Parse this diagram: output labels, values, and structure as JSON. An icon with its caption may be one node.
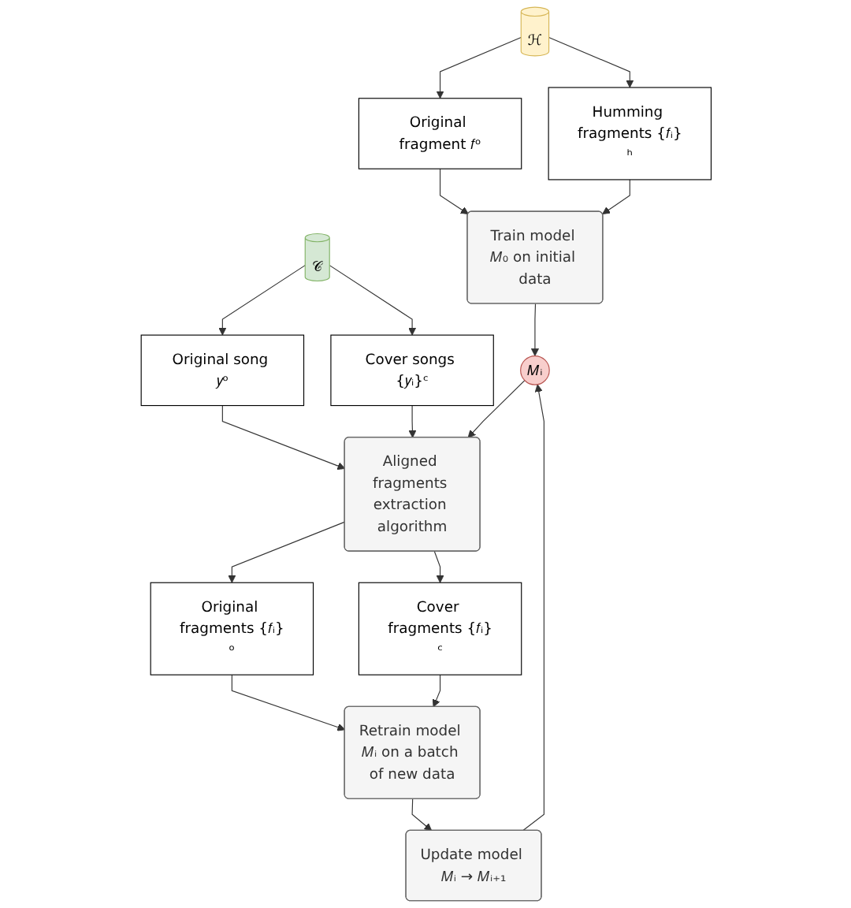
{
  "diagram": {
    "nodes": [
      {
        "text": [
          "ℋ"
        ]
      },
      {
        "text": [
          "𝒞"
        ]
      },
      {
        "text": [
          "Original fragment 𝑓ᵒ"
        ]
      },
      {
        "text": [
          "Humming fragments {𝑓ᵢ}ʰ"
        ]
      },
      {
        "text": [
          "Original song 𝑦ᵒ"
        ]
      },
      {
        "text": [
          "Cover songs {𝑦ᵢ}ᶜ"
        ]
      },
      {
        "text": [
          "Train model 𝑀₀ on initial data"
        ]
      },
      {
        "text": [
          "𝑀ᵢ"
        ]
      },
      {
        "text": [
          "Aligned fragments extraction algorithm"
        ]
      },
      {
        "text": [
          "Original fragments {𝑓ᵢ}ᵒ"
        ]
      },
      {
        "text": [
          "Cover fragments {𝑓ᵢ}ᶜ"
        ]
      },
      {
        "text": [
          "Retrain model 𝑀ᵢ on a batch of new data"
        ]
      },
      {
        "text": [
          "Update model 𝑀ᵢ → 𝑀ᵢ₊₁"
        ]
      }
    ],
    "edges": [
      {
        "from": 0,
        "to": 2,
        "arrow": "to"
      },
      {
        "from": 0,
        "to": 3,
        "arrow": "to"
      },
      {
        "from": 1,
        "to": 4,
        "arrow": "to"
      },
      {
        "from": 1,
        "to": 5,
        "arrow": "to"
      },
      {
        "from": 2,
        "to": 6,
        "arrow": "to"
      },
      {
        "from": 3,
        "to": 6,
        "arrow": "to"
      },
      {
        "from": 6,
        "to": 7,
        "arrow": "to"
      },
      {
        "from": 4,
        "to": 8,
        "arrow": "to"
      },
      {
        "from": 5,
        "to": 8,
        "arrow": "to"
      },
      {
        "from": 7,
        "to": 8,
        "arrow": "to"
      },
      {
        "from": 8,
        "to": 9,
        "arrow": "to"
      },
      {
        "from": 8,
        "to": 10,
        "arrow": "to"
      },
      {
        "from": 9,
        "to": 11,
        "arrow": "to"
      },
      {
        "from": 10,
        "to": 11,
        "arrow": "to"
      },
      {
        "from": 11,
        "to": 12,
        "arrow": "to"
      },
      {
        "from": 12,
        "to": 7,
        "arrow": "to"
      }
    ]
  }
}
